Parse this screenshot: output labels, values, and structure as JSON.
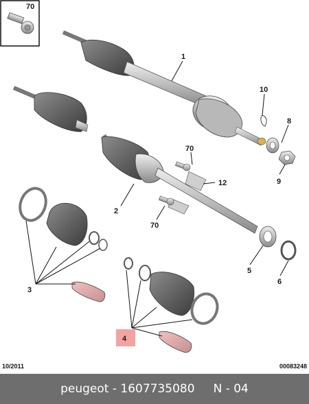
{
  "diagram": {
    "inset_label": "70",
    "callouts": {
      "c1": "1",
      "c2": "2",
      "c3": "3",
      "c4": "4",
      "c5": "5",
      "c6": "6",
      "c7": "8",
      "c8": "9",
      "c9": "10",
      "c10": "12",
      "c11": "70",
      "c12": "70"
    },
    "date_code": "10/2011",
    "drawing_number": "00083248",
    "highlight_color": "#f4a3a3"
  },
  "footer": {
    "text": "peugeot - 1607735080     N - 04"
  }
}
